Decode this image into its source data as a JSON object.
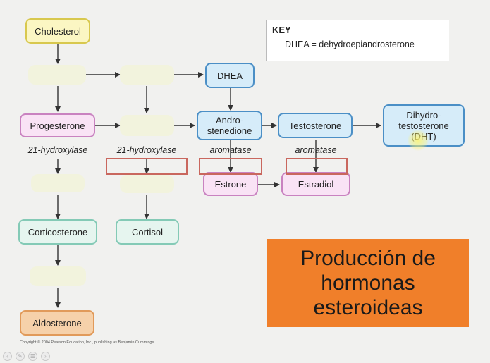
{
  "key": {
    "title": "KEY",
    "text": "DHEA = dehydroepiandrosterone"
  },
  "nodes": {
    "cholesterol": "Cholesterol",
    "progesterone": "Progesterone",
    "dhea": "DHEA",
    "androstenedione": "Andro-\nstenedione",
    "testosterone": "Testosterone",
    "dht": "Dihydro-\ntestosterone\n(DHT)",
    "estrone": "Estrone",
    "estradiol": "Estradiol",
    "corticosterone": "Corticosterone",
    "cortisol": "Cortisol",
    "aldosterone": "Aldosterone"
  },
  "enzymes": {
    "hydroxylase_1": "21-hydroxylase",
    "hydroxylase_2": "21-hydroxylase",
    "aromatase_1": "aromatase",
    "aromatase_2": "aromatase"
  },
  "title": "Producción de\nhormonas\nesteroideas",
  "copyright": "Copyright © 2004 Pearson Education, Inc., publishing as Benjamin Cummings.",
  "colors": {
    "cholesterol": "#fbf6c3",
    "progestin": "#f9e3f5",
    "androgen": "#d6ecf9",
    "corticoid": "#e6f5ef",
    "aldosterone": "#f6d1aa",
    "title_box": "#f07f2a",
    "enzyme_box": "#c9675e"
  }
}
